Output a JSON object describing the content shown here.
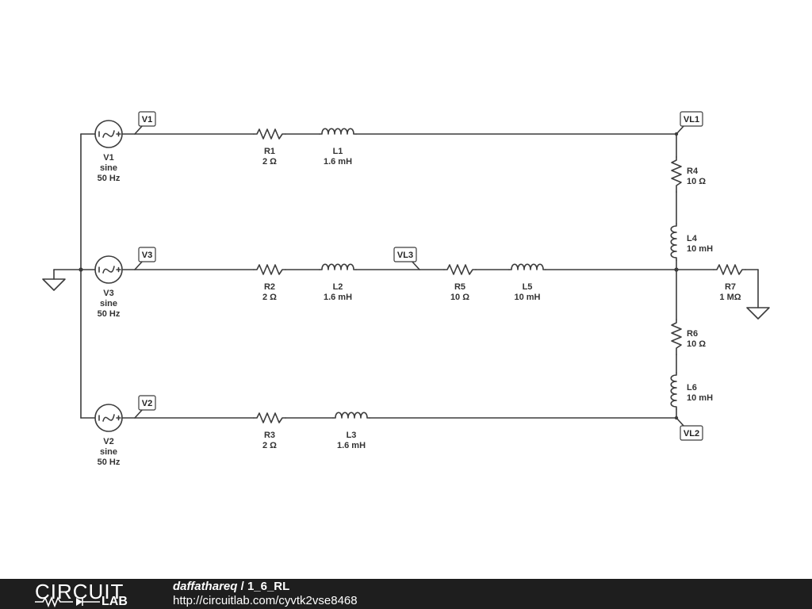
{
  "schematic": {
    "sources": [
      {
        "name": "V1",
        "type": "sine",
        "freq": "50 Hz"
      },
      {
        "name": "V3",
        "type": "sine",
        "freq": "50 Hz"
      },
      {
        "name": "V2",
        "type": "sine",
        "freq": "50 Hz"
      }
    ],
    "resistors": [
      {
        "name": "R1",
        "value": "2 Ω"
      },
      {
        "name": "R2",
        "value": "2 Ω"
      },
      {
        "name": "R3",
        "value": "2 Ω"
      },
      {
        "name": "R4",
        "value": "10 Ω"
      },
      {
        "name": "R5",
        "value": "10 Ω"
      },
      {
        "name": "R6",
        "value": "10 Ω"
      },
      {
        "name": "R7",
        "value": "1 MΩ"
      }
    ],
    "inductors": [
      {
        "name": "L1",
        "value": "1.6 mH"
      },
      {
        "name": "L2",
        "value": "1.6 mH"
      },
      {
        "name": "L3",
        "value": "1.6 mH"
      },
      {
        "name": "L4",
        "value": "10 mH"
      },
      {
        "name": "L5",
        "value": "10 mH"
      },
      {
        "name": "L6",
        "value": "10 mH"
      }
    ],
    "probes": {
      "v1": "V1",
      "v3": "V3",
      "v2": "V2",
      "vl1": "VL1",
      "vl3": "VL3",
      "vl2": "VL2"
    }
  },
  "footer": {
    "logo_top": "CIRCUIT",
    "logo_bottom": "LAB",
    "author": "daffathareq",
    "separator": " / ",
    "project": "1_6_RL",
    "url": "http://circuitlab.com/cyvtk2vse8468"
  },
  "colors": {
    "wire": "#3c3c3c",
    "footer_bg": "#1e1e1e"
  }
}
